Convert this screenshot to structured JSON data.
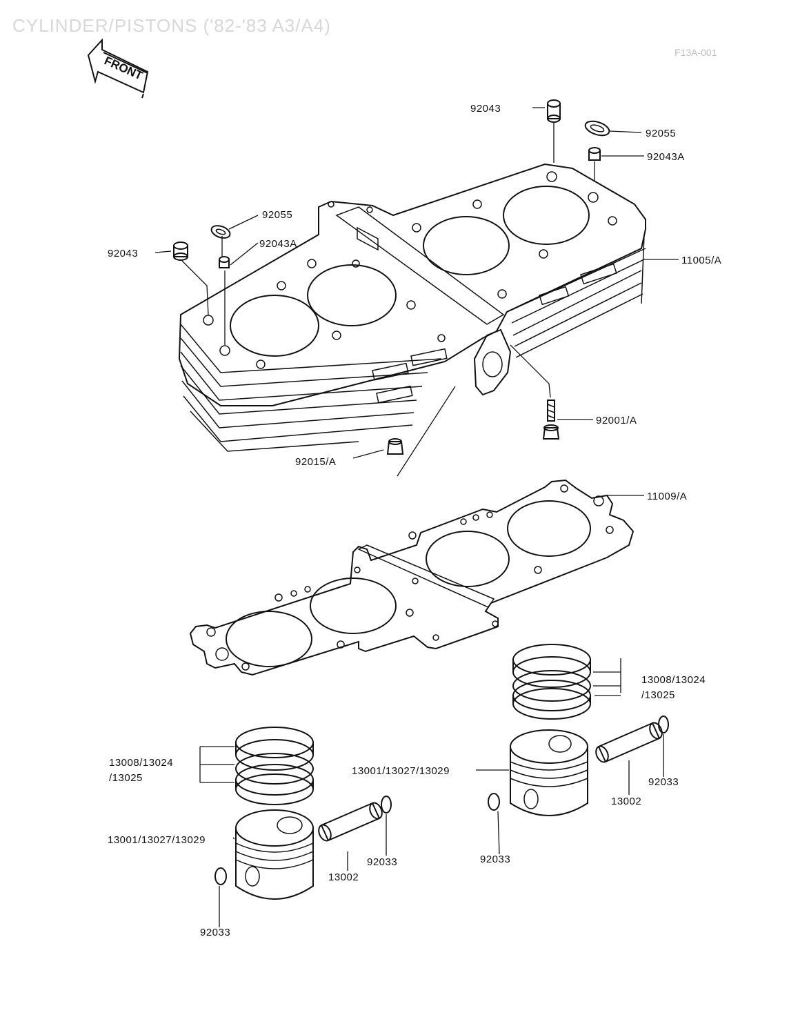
{
  "header": {
    "title": "CYLINDER/PISTONS ('82-'83 A3/A4)",
    "ref_code": "F13A-001"
  },
  "front_marker": "FRONT",
  "callouts": {
    "p92043_top": "92043",
    "p92055_right": "92055",
    "p92043a_right": "92043A",
    "p92055_left": "92055",
    "p92043a_left": "92043A",
    "p92043_left": "92043",
    "p11005a": "11005/A",
    "p92001a": "92001/A",
    "p92015a": "92015/A",
    "p11009a": "11009/A",
    "rings_right_1": "13008/13024",
    "rings_right_2": "/13025",
    "rings_left_1": "13008/13024",
    "rings_left_2": "/13025",
    "piston_right": "13001/13027/13029",
    "piston_left": "13001/13027/13029",
    "clip_r1": "92033",
    "pin_right": "13002",
    "clip_r2": "92033",
    "clip_l1": "92033",
    "pin_left": "13002",
    "clip_l2": "92033"
  }
}
